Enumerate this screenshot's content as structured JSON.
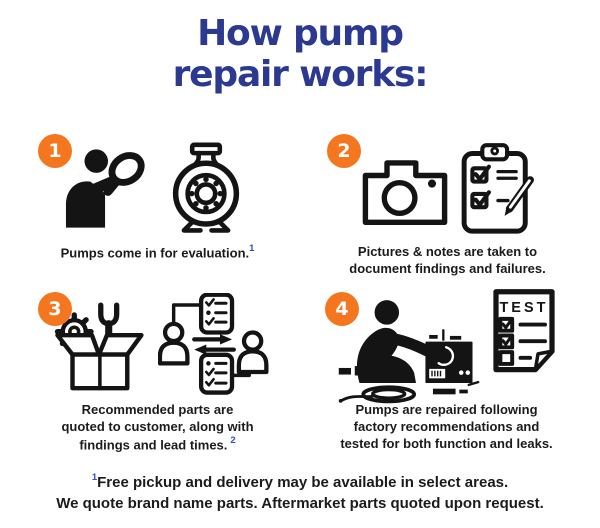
{
  "title": {
    "line1": "How pump",
    "line2": "repair works:"
  },
  "colors": {
    "title_blue": "#2b3990",
    "accent_orange": "#f4771f",
    "superscript_blue": "#2e4fc4",
    "icon_black": "#141414",
    "background": "#ffffff"
  },
  "steps": [
    {
      "number": "1",
      "icons": [
        "person-with-magnifier-icon",
        "pump-icon"
      ],
      "caption_lines": [
        "Pumps come in for evaluation."
      ],
      "footnote_marker": "1"
    },
    {
      "number": "2",
      "icons": [
        "camera-icon",
        "clipboard-checklist-pencil-icon"
      ],
      "caption_lines": [
        "Pictures & notes are taken to",
        "document findings and failures."
      ],
      "footnote_marker": ""
    },
    {
      "number": "3",
      "icons": [
        "parts-box-gear-wrench-icon",
        "customer-quote-exchange-icon"
      ],
      "caption_lines": [
        "Recommended parts are",
        "quoted to customer, along with",
        "findings and lead times."
      ],
      "footnote_marker": "2"
    },
    {
      "number": "4",
      "icons": [
        "technician-repairing-pump-icon",
        "test-checklist-sheet-icon"
      ],
      "caption_lines": [
        "Pumps are repaired following",
        "factory recommendations and",
        "tested for both function and leaks."
      ],
      "footnote_marker": ""
    }
  ],
  "icon_labels": {
    "test_sheet_title": "TEST"
  },
  "footnotes": [
    {
      "marker": "1",
      "text": "Free pickup and delivery may be available in select areas."
    },
    {
      "marker": "",
      "text": "We quote brand name parts. Aftermarket parts quoted upon request."
    }
  ]
}
